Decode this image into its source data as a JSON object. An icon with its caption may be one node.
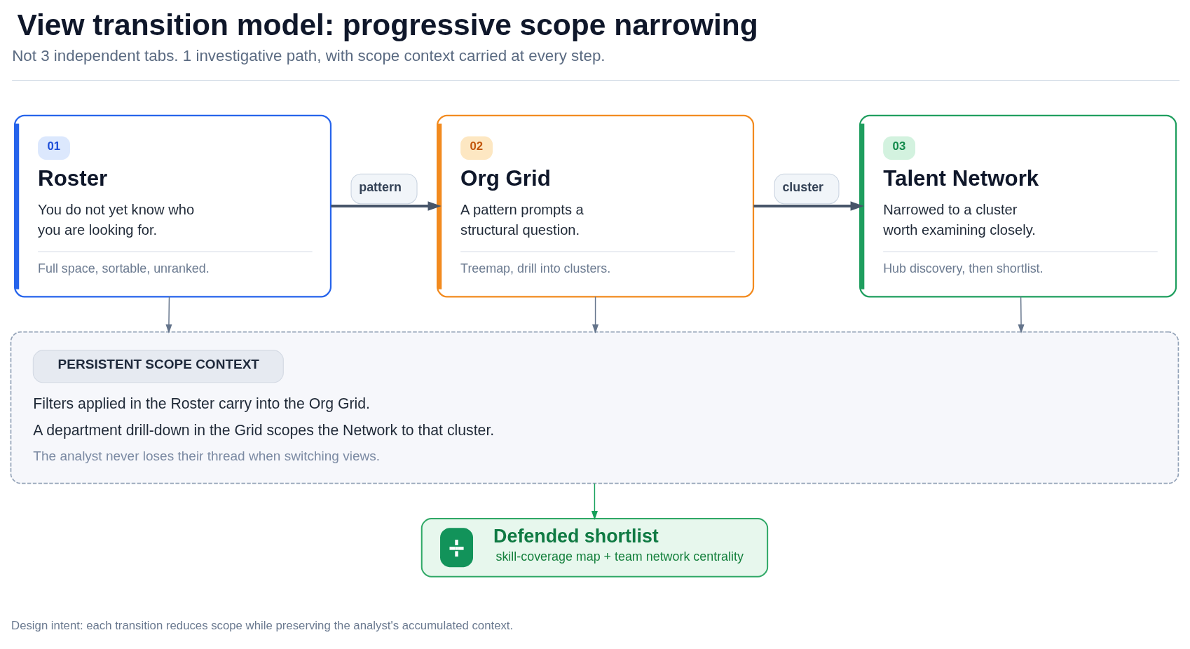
{
  "diagram": {
    "title": "View transition model: progressive scope narrowing",
    "nodes": [
      {
        "text": [
          "01",
          "Roster",
          "You do not yet know who you are looking for.",
          "Full space, sortable, unranked."
        ]
      },
      {
        "text": [
          "02",
          "Org Grid",
          "A pattern prompts a structural question.",
          "Treemap, drill into clusters."
        ]
      },
      {
        "text": [
          "03",
          "Talent Network",
          "Narrowed to a cluster worth examining closely.",
          "Hub discovery, then shortlist."
        ]
      },
      {
        "text": [
          "PERSISTENT SCOPE CONTEXT",
          "Filters applied in the Roster carry into the Org Grid.",
          "A department drill-down in the Grid scopes the Network to that cluster.",
          "The analyst never loses their thread when switching views."
        ]
      },
      {
        "text": [
          "Defended shortlist",
          "skill-coverage map + team network centrality"
        ]
      }
    ],
    "edges": [
      {
        "from": 0,
        "to": 1,
        "arrow": "to",
        "label": "pattern",
        "style": "thick",
        "color": "#475569"
      },
      {
        "from": 1,
        "to": 2,
        "arrow": "to",
        "label": "cluster",
        "style": "thick",
        "color": "#475569"
      },
      {
        "from": 0,
        "to": 3,
        "arrow": "to"
      },
      {
        "from": 1,
        "to": 3,
        "arrow": "to"
      },
      {
        "from": 2,
        "to": 3,
        "arrow": "to"
      },
      {
        "from": 3,
        "to": 4,
        "arrow": "to",
        "color": "#16a05a"
      }
    ],
    "labels": [
      "Not 3 independent tabs. 1 investigative path, with scope context carried at every step.",
      "Design intent: each transition reduces scope while preserving the analyst's accumulated context."
    ]
  }
}
